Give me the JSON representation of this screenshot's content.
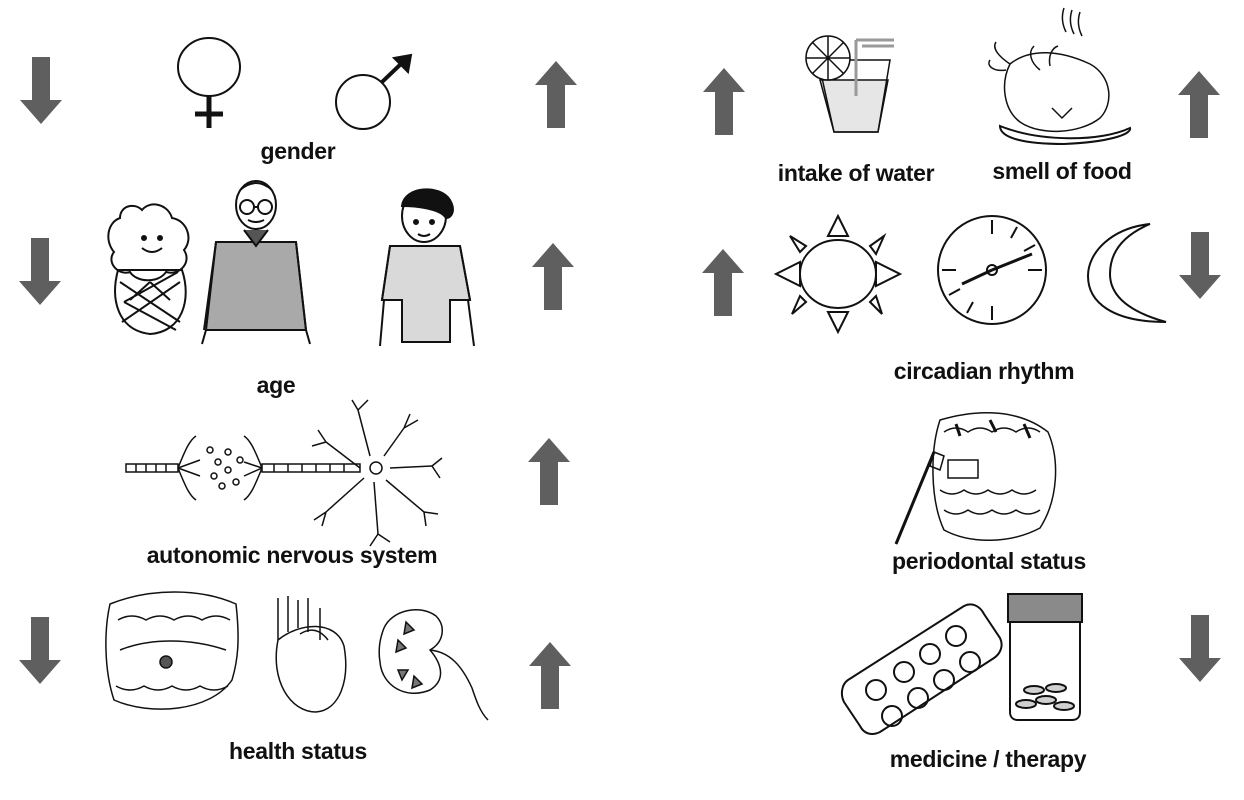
{
  "colors": {
    "arrow": "#5f5f5f",
    "outline": "#111111",
    "shirt_gray": "#a9a9a9",
    "shirt_light": "#d9d9d9",
    "glass_fill": "#e6e6e6",
    "straw": "#9a9a9a"
  },
  "factors": [
    {
      "id": "gender",
      "label": "gender",
      "arrows": [
        "down",
        "up"
      ],
      "icons": [
        "female-symbol-icon",
        "male-symbol-icon"
      ]
    },
    {
      "id": "age",
      "label": "age",
      "arrows": [
        "down",
        "up"
      ],
      "icons": [
        "baby-icon",
        "elderly-man-icon",
        "young-man-icon"
      ]
    },
    {
      "id": "autonomic",
      "label": "autonomic nervous system",
      "arrows": [
        "up"
      ],
      "icons": [
        "synapse-icon",
        "neuron-icon"
      ]
    },
    {
      "id": "health",
      "label": "health status",
      "arrows": [
        "down",
        "up"
      ],
      "icons": [
        "teeth-lesion-icon",
        "heart-icon",
        "kidney-icon"
      ]
    },
    {
      "id": "water",
      "label": "intake of water",
      "arrows": [
        "up"
      ],
      "icons": [
        "water-glass-icon"
      ]
    },
    {
      "id": "food",
      "label": "smell of food",
      "arrows": [
        "up"
      ],
      "icons": [
        "roast-chicken-icon"
      ]
    },
    {
      "id": "circadian",
      "label": "circadian rhythm",
      "arrows": [
        "up",
        "down"
      ],
      "icons": [
        "sun-icon",
        "clock-icon",
        "moon-icon"
      ]
    },
    {
      "id": "periodontal",
      "label": "periodontal status",
      "arrows": [],
      "icons": [
        "teeth-toothbrush-icon"
      ]
    },
    {
      "id": "medicine",
      "label": "medicine / therapy",
      "arrows": [
        "down"
      ],
      "icons": [
        "pill-blister-icon",
        "pill-bottle-icon"
      ]
    }
  ]
}
